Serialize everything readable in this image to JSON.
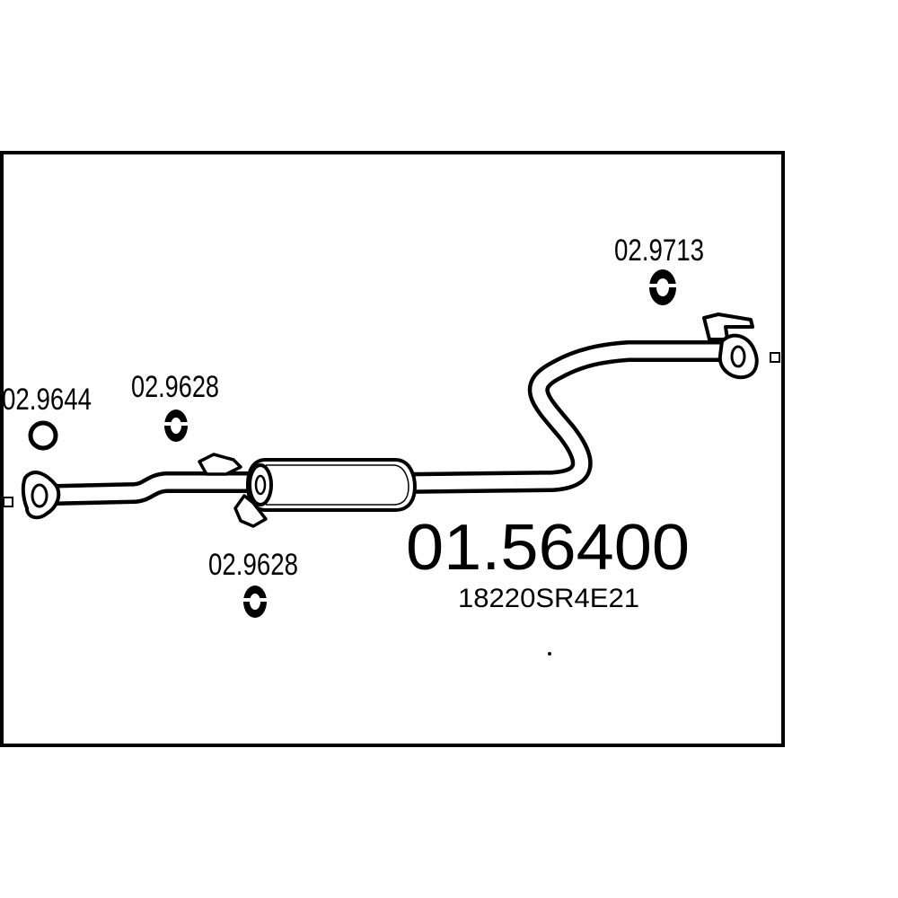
{
  "main_part_number": "01.56400",
  "oem_number": "18220SR4E21",
  "components": {
    "gasket_front": "02.9644",
    "hanger_mid_upper": "02.9628",
    "hanger_mid_lower": "02.9628",
    "hanger_rear": "02.9713"
  },
  "colors": {
    "line": "#000000",
    "background": "#ffffff"
  }
}
